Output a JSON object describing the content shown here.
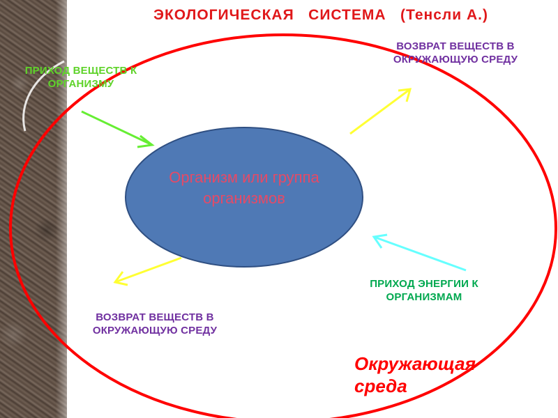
{
  "title": "ЭКОЛОГИЧЕСКАЯ   СИСТЕМА   (Тенсли А.)",
  "center": {
    "text": "Организм или группа организмов"
  },
  "labels": {
    "substance_input": "ПРИХОД ВЕЩЕСТВ К ОРГАНИЗМУ",
    "substance_return_top": "ВОЗВРАТ ВЕЩЕСТВ В ОКРУЖАЮЩУЮ СРЕДУ",
    "substance_return_bottom": "ВОЗВРАТ ВЕЩЕСТВ В ОКРУЖАЮЩУЮ СРЕДУ",
    "energy_input": "ПРИХОД ЭНЕРГИИ К ОРГАНИЗМАМ",
    "environment": "Окружающая среда"
  },
  "colors": {
    "title": "#e0181a",
    "outer_ellipse": "#ff0000",
    "center_fill": "#4f79b5",
    "center_stroke": "#2f4f82",
    "center_text": "#e64a66",
    "input_text": "#5fd32a",
    "return_text": "#7030a0",
    "energy_text": "#00a84f",
    "environment_text": "#ff0000",
    "arrow_substance_input": "#66ee33",
    "arrow_substance_return": "#ffff33",
    "arrow_energy": "#66ffff"
  }
}
